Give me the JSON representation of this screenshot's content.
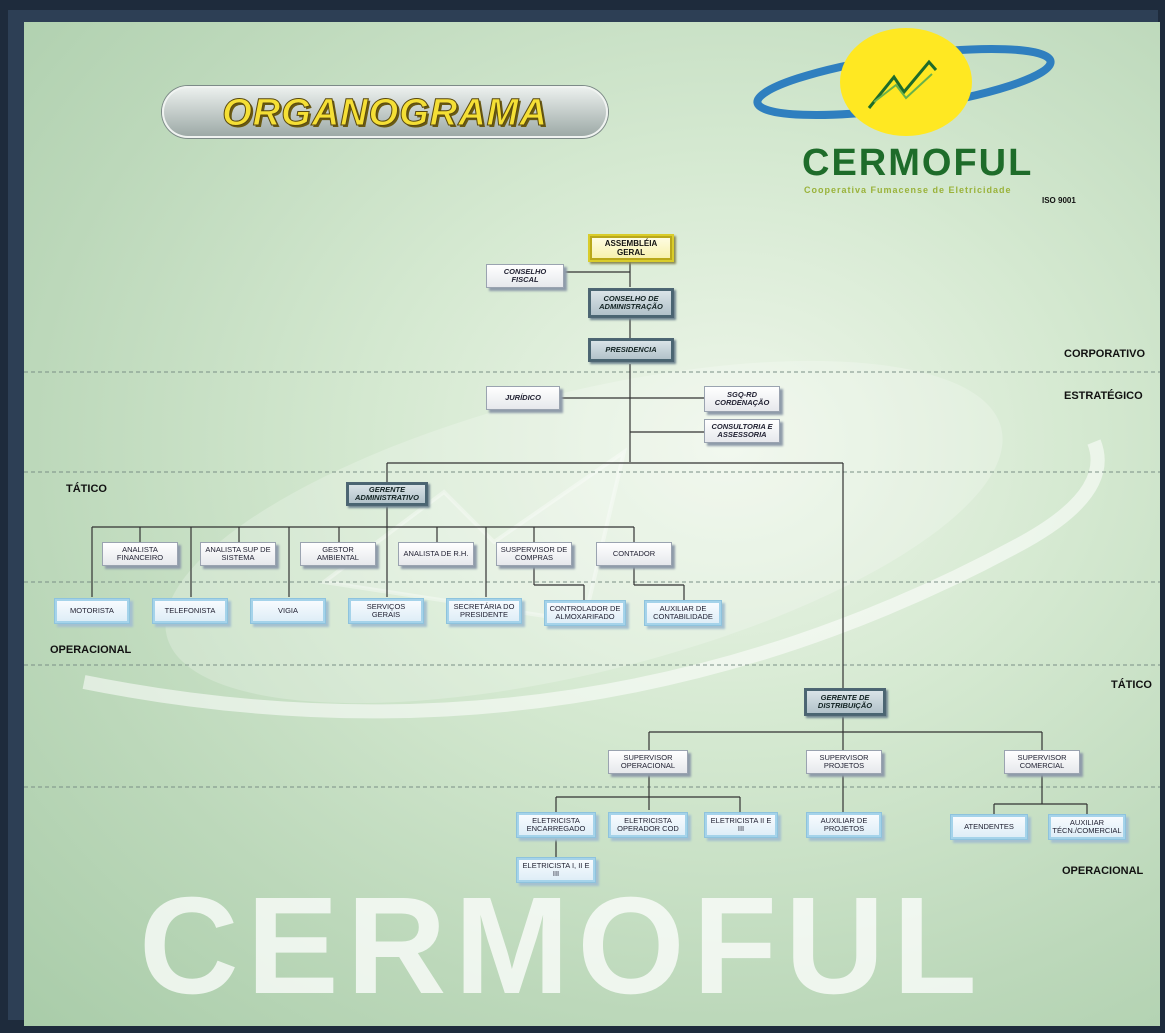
{
  "header": {
    "title": "ORGANOGRAMA",
    "brand_name": "CERMOFUL",
    "brand_tagline": "Cooperativa Fumacense de Eletricidade",
    "brand_iso": "ISO 9001",
    "watermark": "CERMOFUL"
  },
  "levels": {
    "corporativo": "CORPORATIVO",
    "estrategico": "ESTRATÉGICO",
    "tatico_left": "TÁTICO",
    "operacional_left": "OPERACIONAL",
    "tatico_right": "TÁTICO",
    "operacional_right": "OPERACIONAL"
  },
  "nodes": {
    "assembleia": "ASSEMBLÉIA GERAL",
    "conselho_fiscal": "CONSELHO FISCAL",
    "conselho_admin": "CONSELHO DE ADMINISTRAÇÃO",
    "presidencia": "PRESIDENCIA",
    "juridico": "JURÍDICO",
    "sgq": "SGQ-RD Cordenação",
    "consultoria": "CONSULTORIA E ASSESSORIA",
    "gerente_admin": "GERENTE ADMINISTRATIVO",
    "analista_fin": "ANALISTA FINANCEIRO",
    "analista_sup": "ANALISTA SUP DE SISTEMA",
    "gestor_amb": "GESTOR AMBIENTAL",
    "analista_rh": "ANALISTA DE R.H.",
    "sup_compras": "SUSPERVISOR DE COMPRAS",
    "contador": "CONTADOR",
    "motorista": "MOTORISTA",
    "telefonista": "TELEFONISTA",
    "vigia": "VIGIA",
    "servicos": "SERVIÇOS GERAIS",
    "secretaria": "SECRETÁRIA DO PRESIDENTE",
    "controlador": "CONTROLADOR DE ALMOXARIFADO",
    "aux_contab": "AUXILIAR DE CONTABILIDADE",
    "gerente_dist": "GERENTE DE DISTRIBUIÇÃO",
    "sup_oper": "SUPERVISOR OPERACIONAL",
    "sup_proj": "SUPERVISOR PROJETOS",
    "sup_com": "SUPERVISOR COMERCIAL",
    "elet_enc": "ELETRICISTA ENCARREGADO",
    "elet_cod": "ELETRICISTA OPERADOR COD",
    "elet_23": "ELETRICISTA II E III",
    "aux_proj": "AUXILIAR DE PROJETOS",
    "atendentes": "ATENDENTES",
    "aux_tec": "AUXILIAR TÉCN./COMERCIAL",
    "elet_123": "ELETRICISTA I, II e III"
  }
}
